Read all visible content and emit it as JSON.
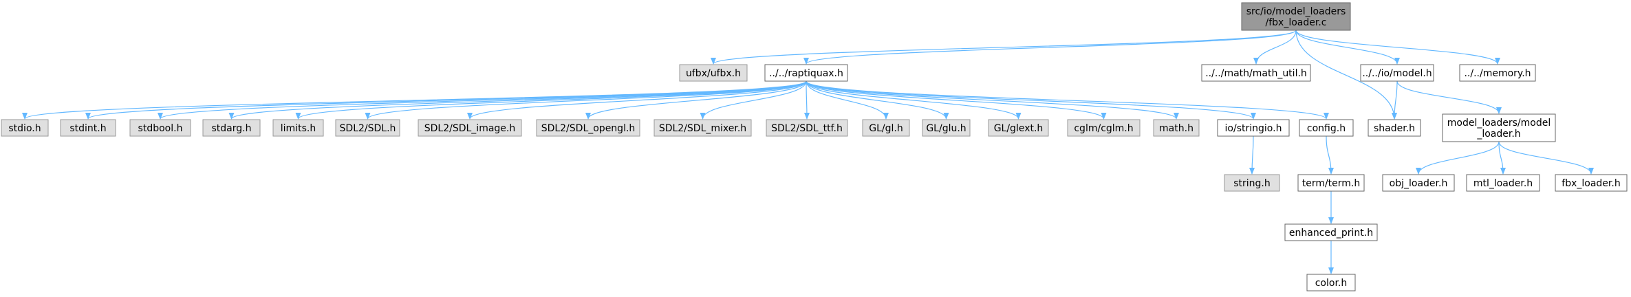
{
  "colors": {
    "root_fill": "#999999",
    "root_stroke": "#666666",
    "project_fill": "#ffffff",
    "project_stroke": "#666666",
    "system_fill": "#e0e0e0",
    "system_stroke": "#999999",
    "edge": "#63b8ff"
  },
  "nodes": [
    {
      "id": "fbx_loader_c",
      "lines": [
        "src/io/model_loaders",
        "/fbx_loader.c"
      ],
      "kind": "root"
    },
    {
      "id": "ufbx",
      "lines": [
        "ufbx/ufbx.h"
      ],
      "kind": "system"
    },
    {
      "id": "raptiquax",
      "lines": [
        "../../raptiquax.h"
      ],
      "kind": "project"
    },
    {
      "id": "math_util",
      "lines": [
        "../../math/math_util.h"
      ],
      "kind": "project"
    },
    {
      "id": "model",
      "lines": [
        "../../io/model.h"
      ],
      "kind": "project"
    },
    {
      "id": "memory",
      "lines": [
        "../../memory.h"
      ],
      "kind": "project"
    },
    {
      "id": "stdio",
      "lines": [
        "stdio.h"
      ],
      "kind": "system"
    },
    {
      "id": "stdint",
      "lines": [
        "stdint.h"
      ],
      "kind": "system"
    },
    {
      "id": "stdbool",
      "lines": [
        "stdbool.h"
      ],
      "kind": "system"
    },
    {
      "id": "stdarg",
      "lines": [
        "stdarg.h"
      ],
      "kind": "system"
    },
    {
      "id": "limits",
      "lines": [
        "limits.h"
      ],
      "kind": "system"
    },
    {
      "id": "sdl",
      "lines": [
        "SDL2/SDL.h"
      ],
      "kind": "system"
    },
    {
      "id": "sdl_image",
      "lines": [
        "SDL2/SDL_image.h"
      ],
      "kind": "system"
    },
    {
      "id": "sdl_opengl",
      "lines": [
        "SDL2/SDL_opengl.h"
      ],
      "kind": "system"
    },
    {
      "id": "sdl_mixer",
      "lines": [
        "SDL2/SDL_mixer.h"
      ],
      "kind": "system"
    },
    {
      "id": "sdl_ttf",
      "lines": [
        "SDL2/SDL_ttf.h"
      ],
      "kind": "system"
    },
    {
      "id": "gl",
      "lines": [
        "GL/gl.h"
      ],
      "kind": "system"
    },
    {
      "id": "glu",
      "lines": [
        "GL/glu.h"
      ],
      "kind": "system"
    },
    {
      "id": "glext",
      "lines": [
        "GL/glext.h"
      ],
      "kind": "system"
    },
    {
      "id": "cglm",
      "lines": [
        "cglm/cglm.h"
      ],
      "kind": "system"
    },
    {
      "id": "math_h",
      "lines": [
        "math.h"
      ],
      "kind": "system"
    },
    {
      "id": "stringio",
      "lines": [
        "io/stringio.h"
      ],
      "kind": "project"
    },
    {
      "id": "config",
      "lines": [
        "config.h"
      ],
      "kind": "project"
    },
    {
      "id": "shader",
      "lines": [
        "shader.h"
      ],
      "kind": "project"
    },
    {
      "id": "model_loader",
      "lines": [
        "model_loaders/model",
        "_loader.h"
      ],
      "kind": "project"
    },
    {
      "id": "string_h",
      "lines": [
        "string.h"
      ],
      "kind": "system"
    },
    {
      "id": "term",
      "lines": [
        "term/term.h"
      ],
      "kind": "project"
    },
    {
      "id": "obj_loader",
      "lines": [
        "obj_loader.h"
      ],
      "kind": "project"
    },
    {
      "id": "mtl_loader",
      "lines": [
        "mtl_loader.h"
      ],
      "kind": "project"
    },
    {
      "id": "fbx_loader_h",
      "lines": [
        "fbx_loader.h"
      ],
      "kind": "project"
    },
    {
      "id": "enhanced_print",
      "lines": [
        "enhanced_print.h"
      ],
      "kind": "project"
    },
    {
      "id": "color",
      "lines": [
        "color.h"
      ],
      "kind": "project"
    }
  ],
  "edges": [
    [
      "fbx_loader_c",
      "ufbx"
    ],
    [
      "fbx_loader_c",
      "raptiquax"
    ],
    [
      "fbx_loader_c",
      "math_util"
    ],
    [
      "fbx_loader_c",
      "model"
    ],
    [
      "fbx_loader_c",
      "memory"
    ],
    [
      "fbx_loader_c",
      "shader"
    ],
    [
      "raptiquax",
      "stdio"
    ],
    [
      "raptiquax",
      "stdint"
    ],
    [
      "raptiquax",
      "stdbool"
    ],
    [
      "raptiquax",
      "stdarg"
    ],
    [
      "raptiquax",
      "limits"
    ],
    [
      "raptiquax",
      "sdl"
    ],
    [
      "raptiquax",
      "sdl_image"
    ],
    [
      "raptiquax",
      "sdl_opengl"
    ],
    [
      "raptiquax",
      "sdl_mixer"
    ],
    [
      "raptiquax",
      "sdl_ttf"
    ],
    [
      "raptiquax",
      "gl"
    ],
    [
      "raptiquax",
      "glu"
    ],
    [
      "raptiquax",
      "glext"
    ],
    [
      "raptiquax",
      "cglm"
    ],
    [
      "raptiquax",
      "math_h"
    ],
    [
      "raptiquax",
      "stringio"
    ],
    [
      "raptiquax",
      "config"
    ],
    [
      "model",
      "shader"
    ],
    [
      "model",
      "model_loader"
    ],
    [
      "stringio",
      "string_h"
    ],
    [
      "config",
      "term"
    ],
    [
      "term",
      "enhanced_print"
    ],
    [
      "enhanced_print",
      "color"
    ],
    [
      "model_loader",
      "obj_loader"
    ],
    [
      "model_loader",
      "mtl_loader"
    ],
    [
      "model_loader",
      "fbx_loader_h"
    ]
  ]
}
